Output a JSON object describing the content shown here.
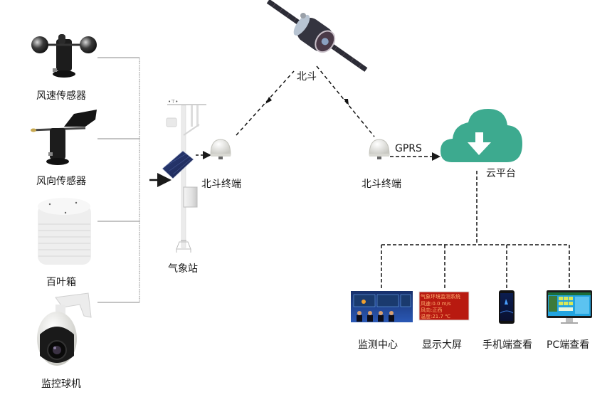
{
  "sensors": [
    {
      "id": "wind-speed",
      "label": "风速传感器"
    },
    {
      "id": "wind-direction",
      "label": "风向传感器"
    },
    {
      "id": "louver-box",
      "label": "百叶箱"
    },
    {
      "id": "dome-camera",
      "label": "监控球机"
    }
  ],
  "station": {
    "label": "气象站"
  },
  "terminal_left": {
    "label": "北斗终端"
  },
  "satellite": {
    "label": "北斗"
  },
  "terminal_right": {
    "label": "北斗终端"
  },
  "link_gprs": {
    "label": "GPRS"
  },
  "cloud": {
    "label": "云平台",
    "color": "#3daa8f"
  },
  "outputs": [
    {
      "id": "monitor-center",
      "label": "监测中心"
    },
    {
      "id": "led-display",
      "label": "显示大屏"
    },
    {
      "id": "mobile",
      "label": "手机端查看"
    },
    {
      "id": "pc",
      "label": "PC端查看"
    }
  ],
  "led_screen": {
    "title": "气象环境监测系统",
    "rows": [
      {
        "name": "风速",
        "value": ":0.0 m/s"
      },
      {
        "name": "风向",
        "value": ":正西"
      },
      {
        "name": "温度",
        "value": ":21.7 ℃"
      }
    ]
  }
}
